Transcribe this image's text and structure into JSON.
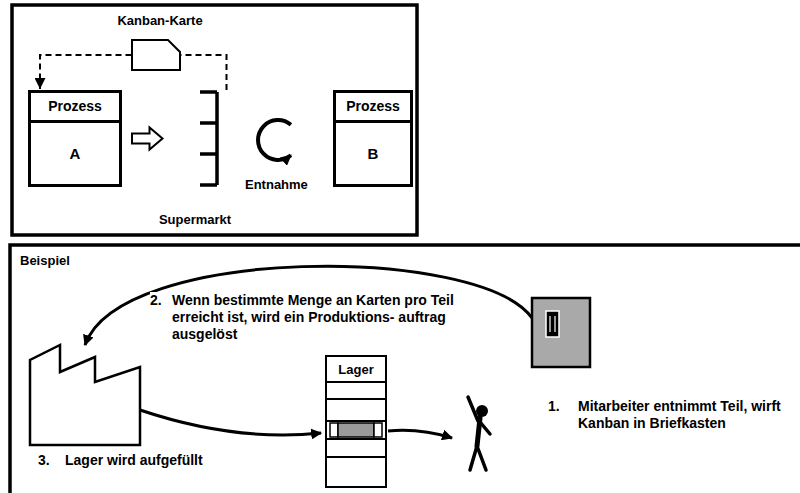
{
  "diagram": {
    "nodes": [
      {
        "text": [
          "Prozess",
          "A"
        ]
      },
      {
        "text": [
          "Supermarkt"
        ]
      },
      {
        "text": [
          "Prozess",
          "B"
        ]
      },
      {
        "text": [
          "Lager"
        ]
      }
    ],
    "edges": [
      {
        "from": 0,
        "to": 1,
        "arrow": "to"
      },
      {
        "from": 1,
        "to": 0,
        "arrow": "to",
        "label": "Kanban-Karte"
      }
    ],
    "labels": [
      "Entnahme",
      "Beispiel",
      "2.",
      "Wenn bestimmte Menge an Karten pro Teil erreicht ist, wird ein Produktions- auftrag ausgelöst",
      "1.",
      "Mitarbeiter entnimmt Teil, wirft Kanban in Briefkasten",
      "3.",
      "Lager wird aufgefüllt"
    ]
  }
}
